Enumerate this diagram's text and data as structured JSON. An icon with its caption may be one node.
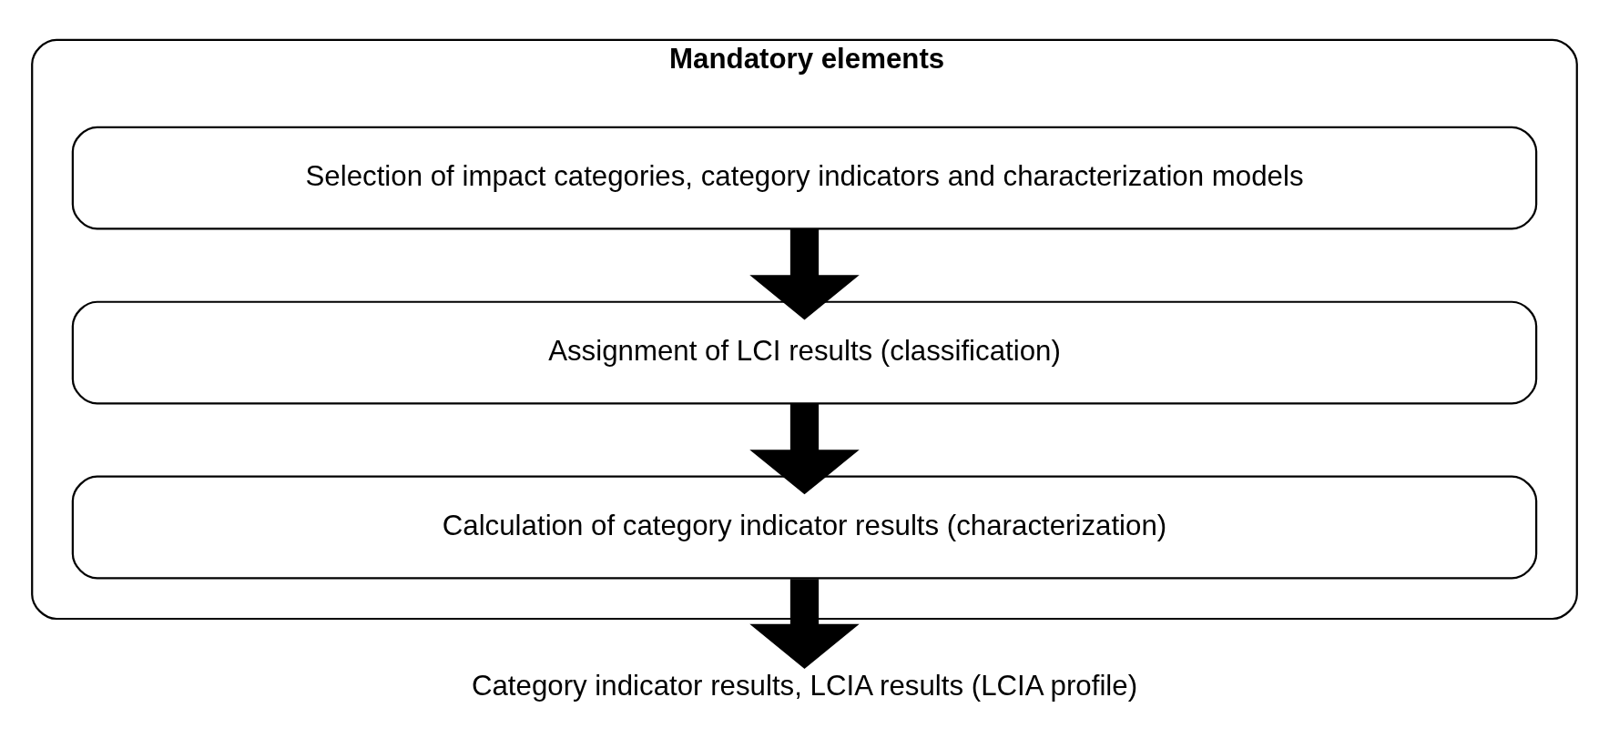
{
  "diagram": {
    "nodes": [
      {
        "text": [
          "Mandatory elements"
        ]
      },
      {
        "text": [
          "Selection of impact categories, category indicators and characterization models"
        ],
        "in": 0
      },
      {
        "text": [
          "Assignment of LCI results (classification)"
        ],
        "in": 0
      },
      {
        "text": [
          "Calculation of category indicator results (characterization)"
        ],
        "in": 0
      },
      {
        "text": [
          "Category indicator results, LCIA results (LCIA profile)"
        ]
      }
    ],
    "edges": [
      {
        "from": 1,
        "to": 2,
        "arrow": "to"
      },
      {
        "from": 2,
        "to": 3,
        "arrow": "to"
      },
      {
        "from": 3,
        "to": 4,
        "arrow": "to"
      }
    ]
  }
}
